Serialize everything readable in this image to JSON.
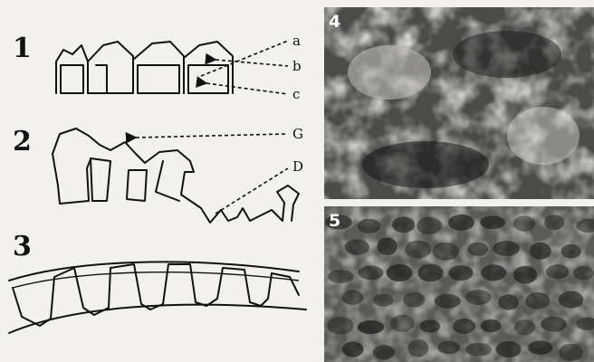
{
  "figure": {
    "panel_numbers": [
      "1",
      "2",
      "3"
    ],
    "photo_numbers": [
      "4",
      "5"
    ],
    "callouts_fig1": [
      "a",
      "b",
      "c"
    ],
    "callouts_fig2": [
      "G",
      "D"
    ]
  },
  "colors": {
    "paper": "#f2f1ee",
    "ink": "#111111",
    "photo4_base": "#4b4b49",
    "photo5_base": "#5a5a57"
  }
}
